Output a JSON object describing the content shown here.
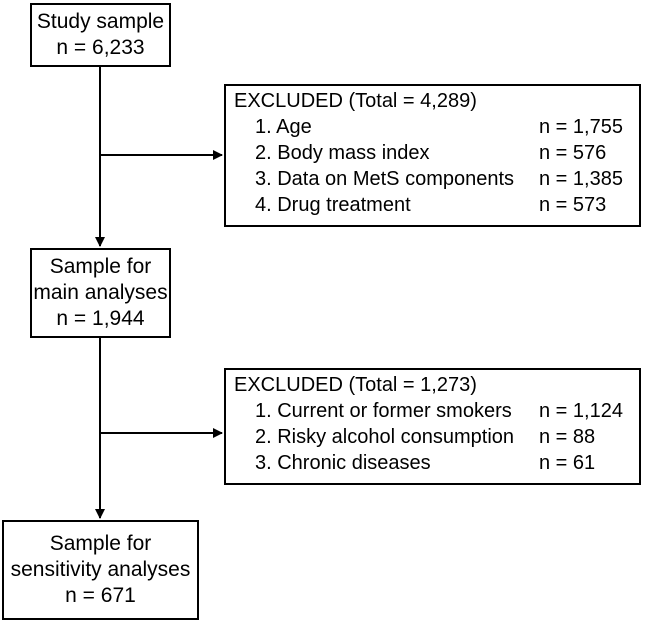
{
  "boxes": {
    "study": {
      "line1": "Study sample",
      "line2": "n = 6,233"
    },
    "main": {
      "line1": "Sample for",
      "line2": "main analyses",
      "line3": "n = 1,944"
    },
    "sensitivity": {
      "line1": "Sample for",
      "line2": "sensitivity analyses",
      "line3": "n = 671"
    }
  },
  "excluded1": {
    "title": "EXCLUDED (Total = 4,289)",
    "items": [
      {
        "label": "1. Age",
        "count": "n = 1,755"
      },
      {
        "label": "2. Body mass index",
        "count": "n = 576"
      },
      {
        "label": "3. Data on MetS components",
        "count": "n = 1,385"
      },
      {
        "label": "4. Drug treatment",
        "count": "n = 573"
      }
    ]
  },
  "excluded2": {
    "title": "EXCLUDED (Total = 1,273)",
    "items": [
      {
        "label": "1. Current or former smokers",
        "count": "n = 1,124"
      },
      {
        "label": "2. Risky alcohol consumption",
        "count": "n = 88"
      },
      {
        "label": "3. Chronic diseases",
        "count": "n = 61"
      }
    ]
  },
  "colors": {
    "line": "#000000",
    "background": "#ffffff"
  }
}
